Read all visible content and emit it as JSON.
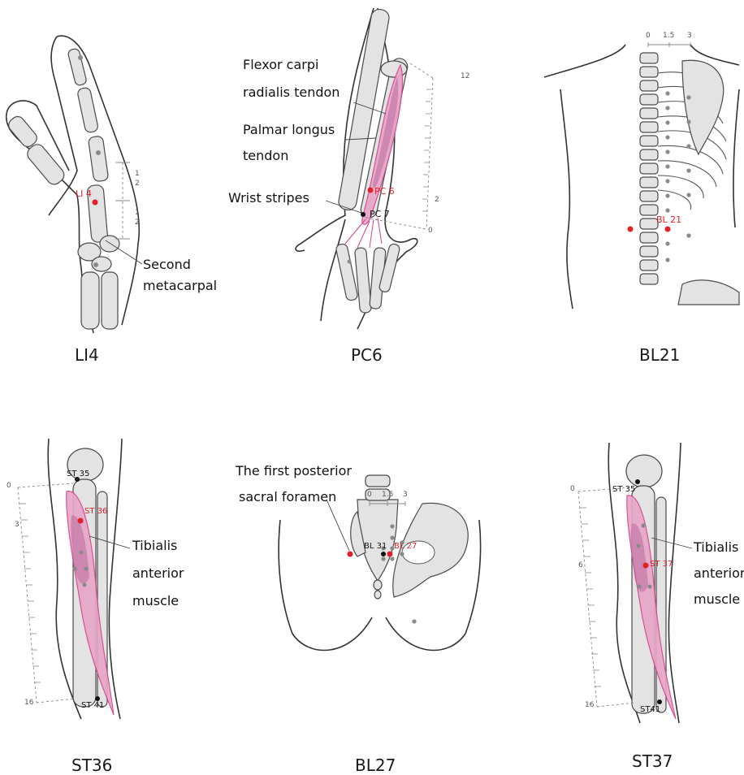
{
  "colors": {
    "acupoint_red": "#e0202a",
    "acupoint_other": "#8a8a8a",
    "muscle_pink": "#e8a6c8",
    "muscle_line": "#d6408c",
    "bone_grey": "#e3e3e3"
  },
  "panels": {
    "li4": {
      "caption": "LI4",
      "point_label": "LI 4",
      "scale_top": "1",
      "scale_top_den": "2",
      "scale_bottom": "1",
      "scale_bottom_den": "2",
      "ann_second": "Second",
      "ann_metacarpal": "metacarpal"
    },
    "pc6": {
      "caption": "PC6",
      "ann_flexor_1": "Flexor carpi",
      "ann_flexor_2": "radialis tendon",
      "ann_palmar_1": "Palmar longus",
      "ann_palmar_2": "tendon",
      "ann_wrist": "Wrist stripes",
      "point_pc6": "PC 6",
      "point_pc7": "PC 7",
      "scale_top": "12",
      "scale_mid": "2",
      "scale_bottom": "0"
    },
    "bl21": {
      "caption": "BL21",
      "point_label": "BL 21",
      "scale_0": "0",
      "scale_1": "1.5",
      "scale_2": "3"
    },
    "st36": {
      "caption": "ST36",
      "ann_1": "Tibialis",
      "ann_2": "anterior",
      "ann_3": "muscle",
      "point_st35": "ST 35",
      "point_st36": "ST 36",
      "point_st41": "ST 41",
      "scale_0": "0",
      "scale_3": "3",
      "scale_16": "16"
    },
    "bl27": {
      "caption": "BL27",
      "ann_1": "The first posterior",
      "ann_2": "sacral foramen",
      "point_bl31": "BL 31",
      "point_bl27": "BL 27",
      "scale_0": "0",
      "scale_1": "1.5",
      "scale_2": "3"
    },
    "st37": {
      "caption": "ST37",
      "ann_1": "Tibialis",
      "ann_2": "anterior",
      "ann_3": "muscle",
      "point_st35": "ST 35",
      "point_st37": "ST 37",
      "point_st41": "ST41",
      "scale_0": "0",
      "scale_6": "6",
      "scale_16": "16"
    }
  }
}
